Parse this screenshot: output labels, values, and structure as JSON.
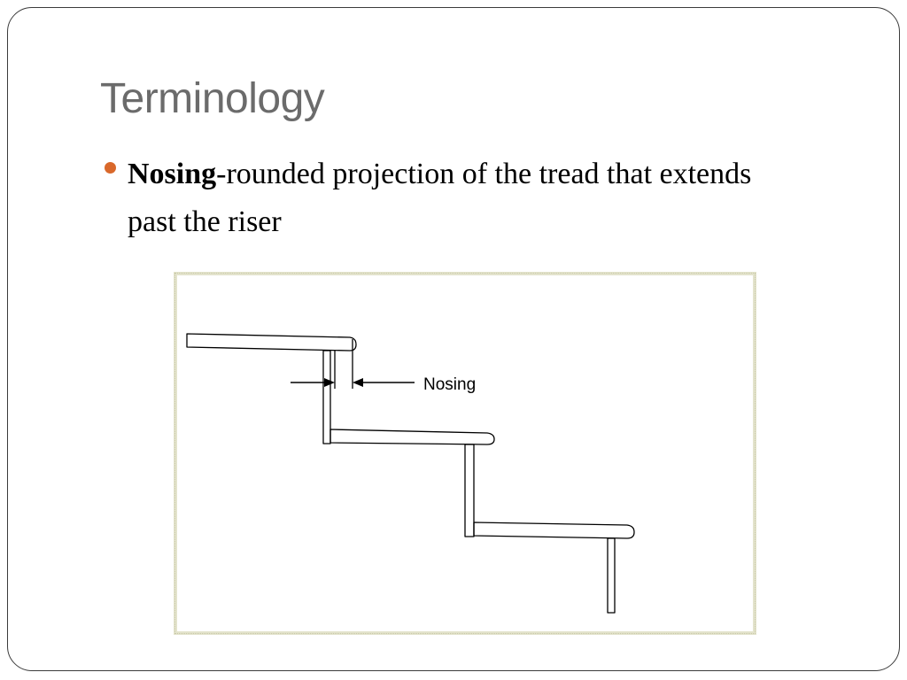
{
  "slide": {
    "title": "Terminology",
    "bullet": {
      "term": "Nosing",
      "definition": "-rounded projection of the tread that extends past the riser",
      "marker_color": "#d9682b"
    }
  },
  "diagram": {
    "label": "Nosing",
    "frame_color": "#e3e3cc",
    "line_color": "#000000"
  }
}
